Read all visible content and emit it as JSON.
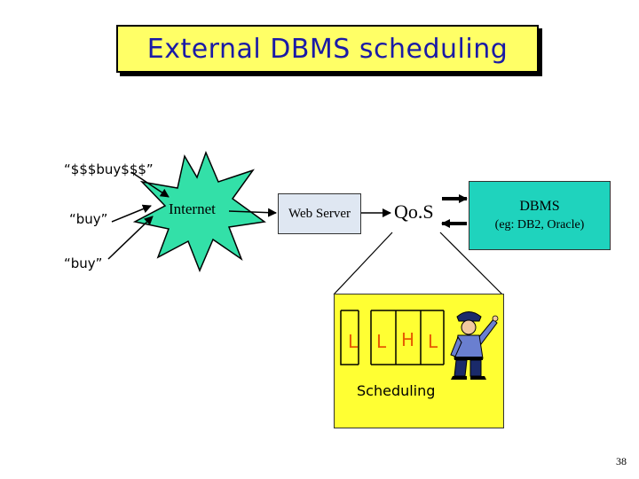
{
  "title": "External DBMS scheduling",
  "requests": {
    "big": "“$$$buy$$$”",
    "small_a": "“buy”",
    "small_b": "“buy”"
  },
  "internet": {
    "label": "Internet",
    "color": "#33e0a8"
  },
  "web_server": {
    "label": "Web Server"
  },
  "qos": {
    "label": "Qo.S"
  },
  "dbms": {
    "label": "DBMS",
    "subtitle": "(eg: DB2, Oracle)",
    "color": "#1fd3bd"
  },
  "scheduler": {
    "label": "Scheduling",
    "queue": [
      "L",
      "L",
      "H",
      "L"
    ],
    "queue_color": "#e65a00",
    "box_color": "#ffff33"
  },
  "page_number": "38"
}
